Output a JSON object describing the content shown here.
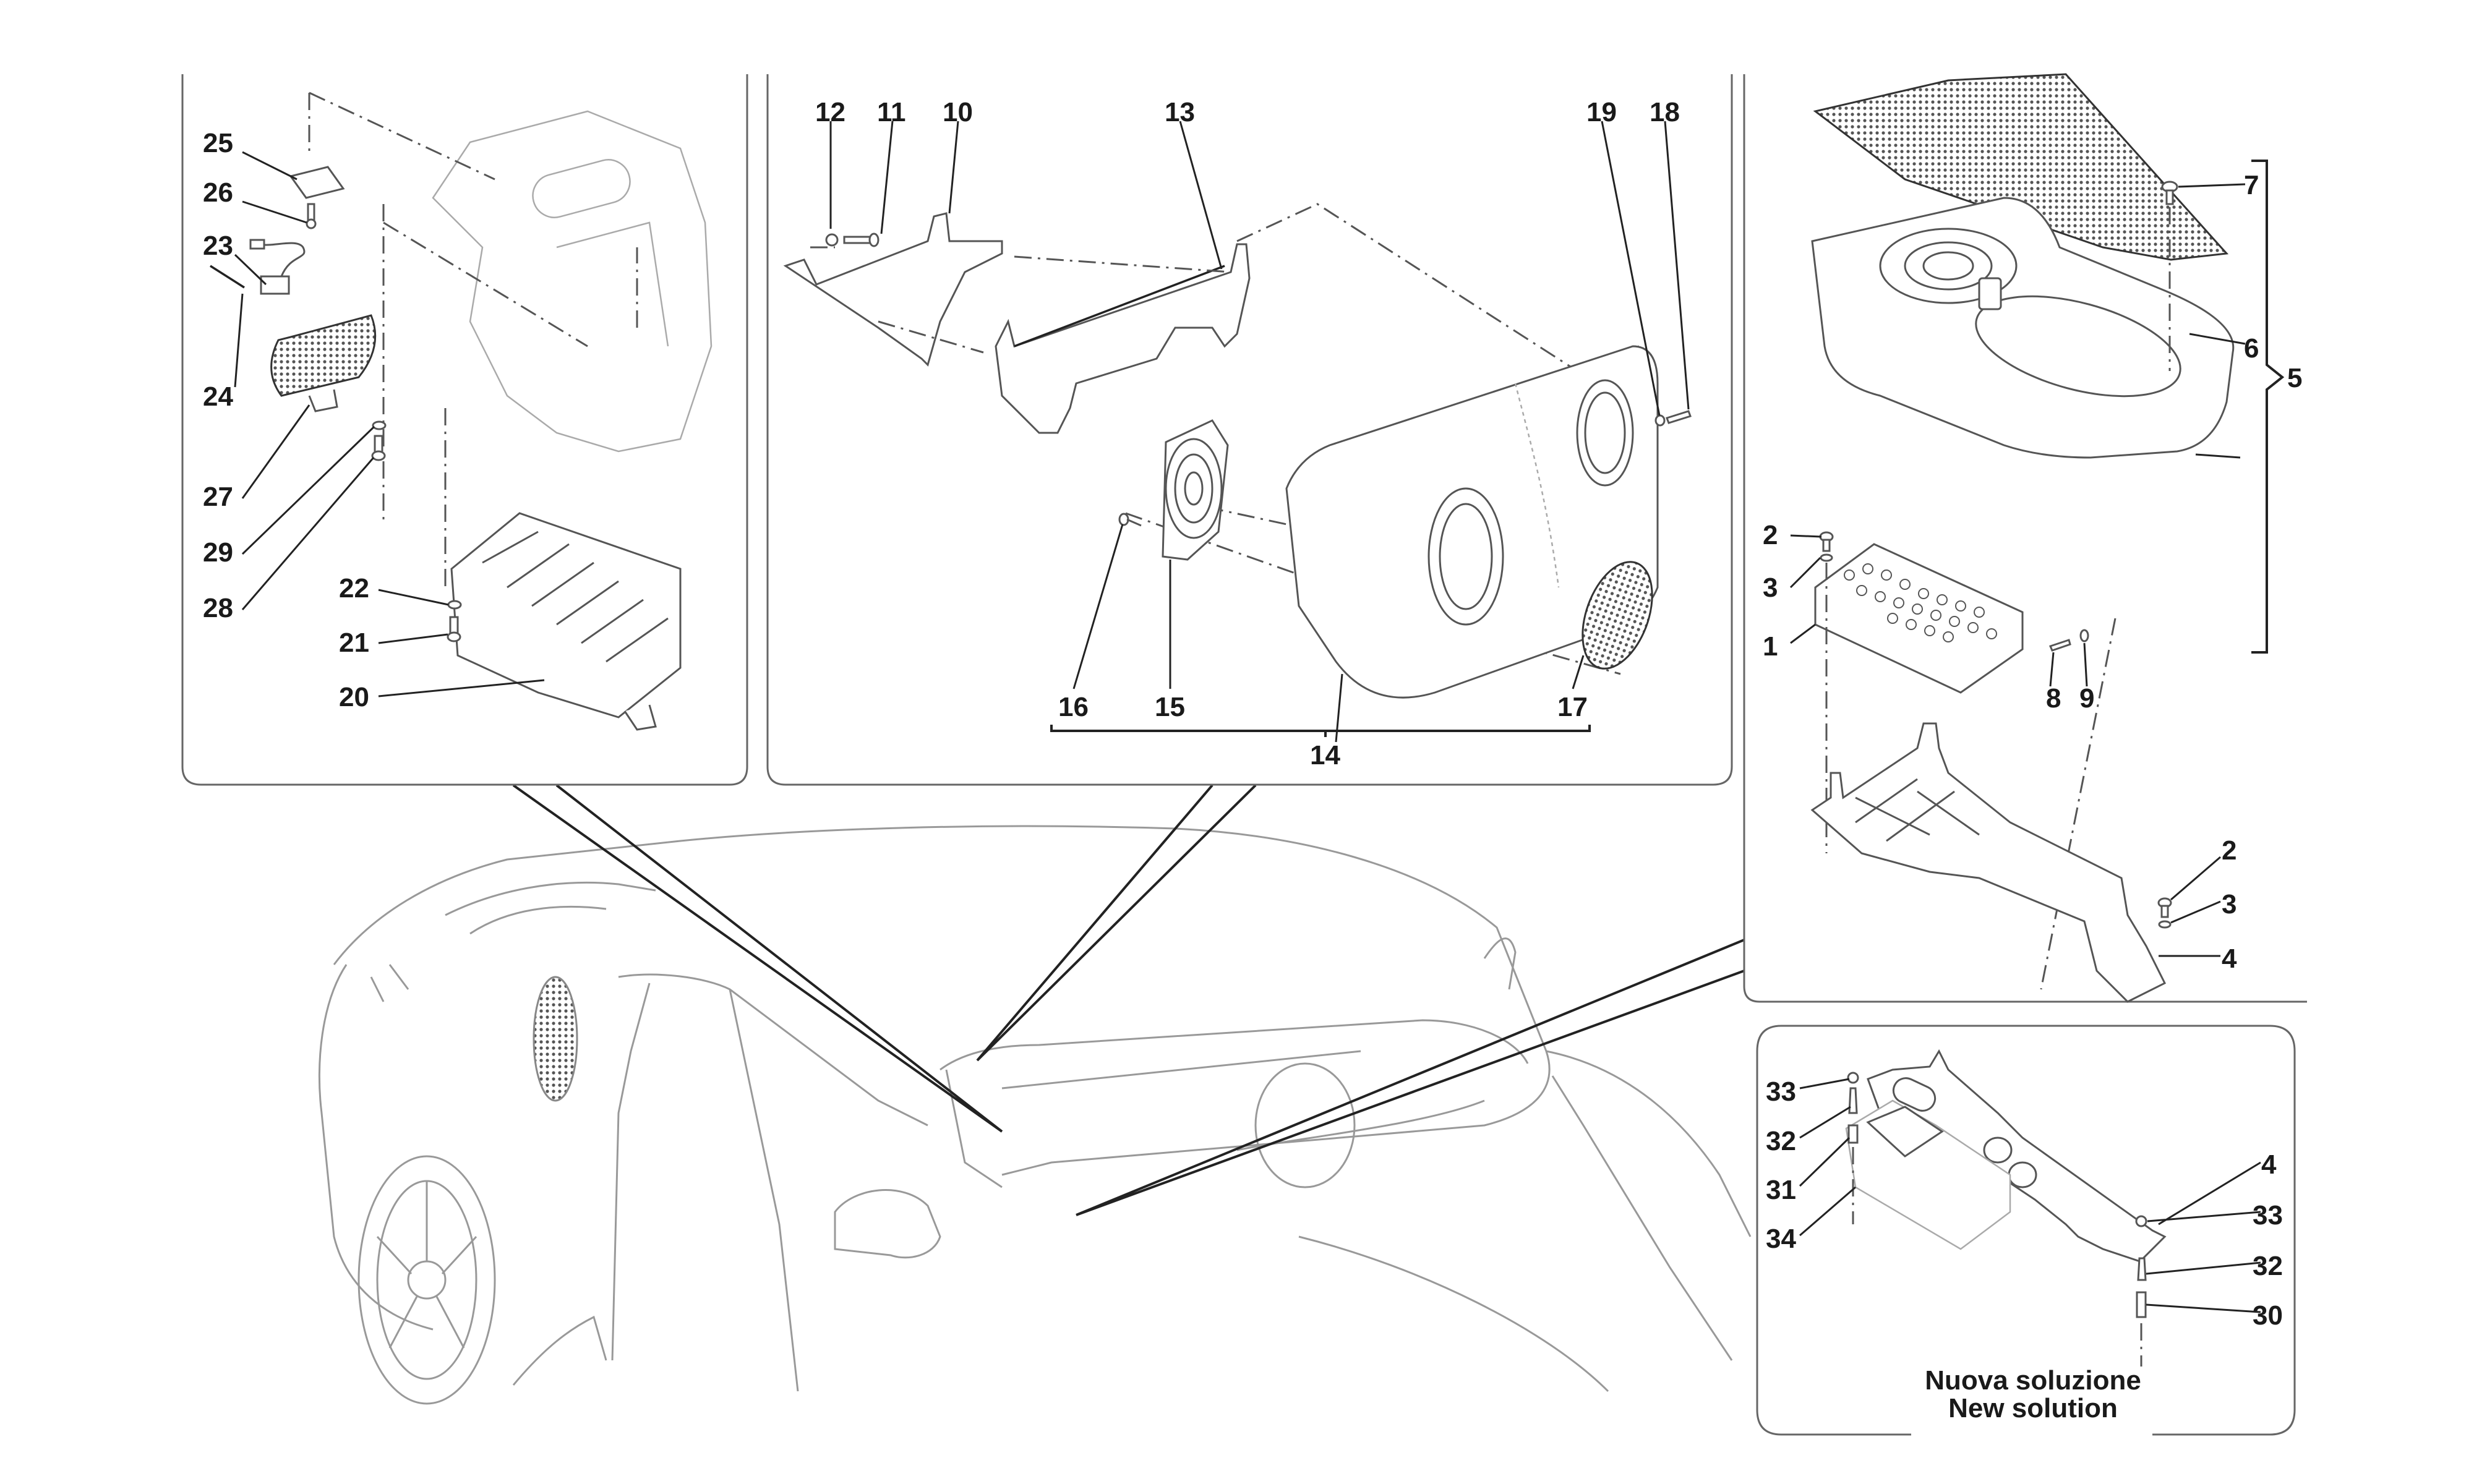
{
  "diagram": {
    "subject": "Car audio / subwoofer and amplifier installation exploded parts diagram",
    "panels": {
      "amplifier_panel": {
        "callouts": [
          "25",
          "26",
          "23",
          "24",
          "27",
          "29",
          "28",
          "22",
          "21",
          "20"
        ]
      },
      "speaker_panel": {
        "callouts": [
          "12",
          "11",
          "10",
          "13",
          "19",
          "18",
          "16",
          "15",
          "17",
          "14"
        ],
        "group_bracket_label": "14"
      },
      "console_panel": {
        "callouts": [
          "7",
          "6",
          "5",
          "2",
          "3",
          "1",
          "8",
          "9",
          "2",
          "3",
          "4"
        ],
        "group_bracket_label": "5"
      },
      "new_solution_panel": {
        "callouts": [
          "33",
          "32",
          "31",
          "34",
          "4",
          "33",
          "32",
          "30"
        ],
        "caption_it": "Nuova soluzione",
        "caption_en": "New solution"
      }
    },
    "colors": {
      "line": "#555555",
      "text": "#1a1a1a",
      "car_outline": "#999999",
      "background": "#ffffff"
    }
  }
}
